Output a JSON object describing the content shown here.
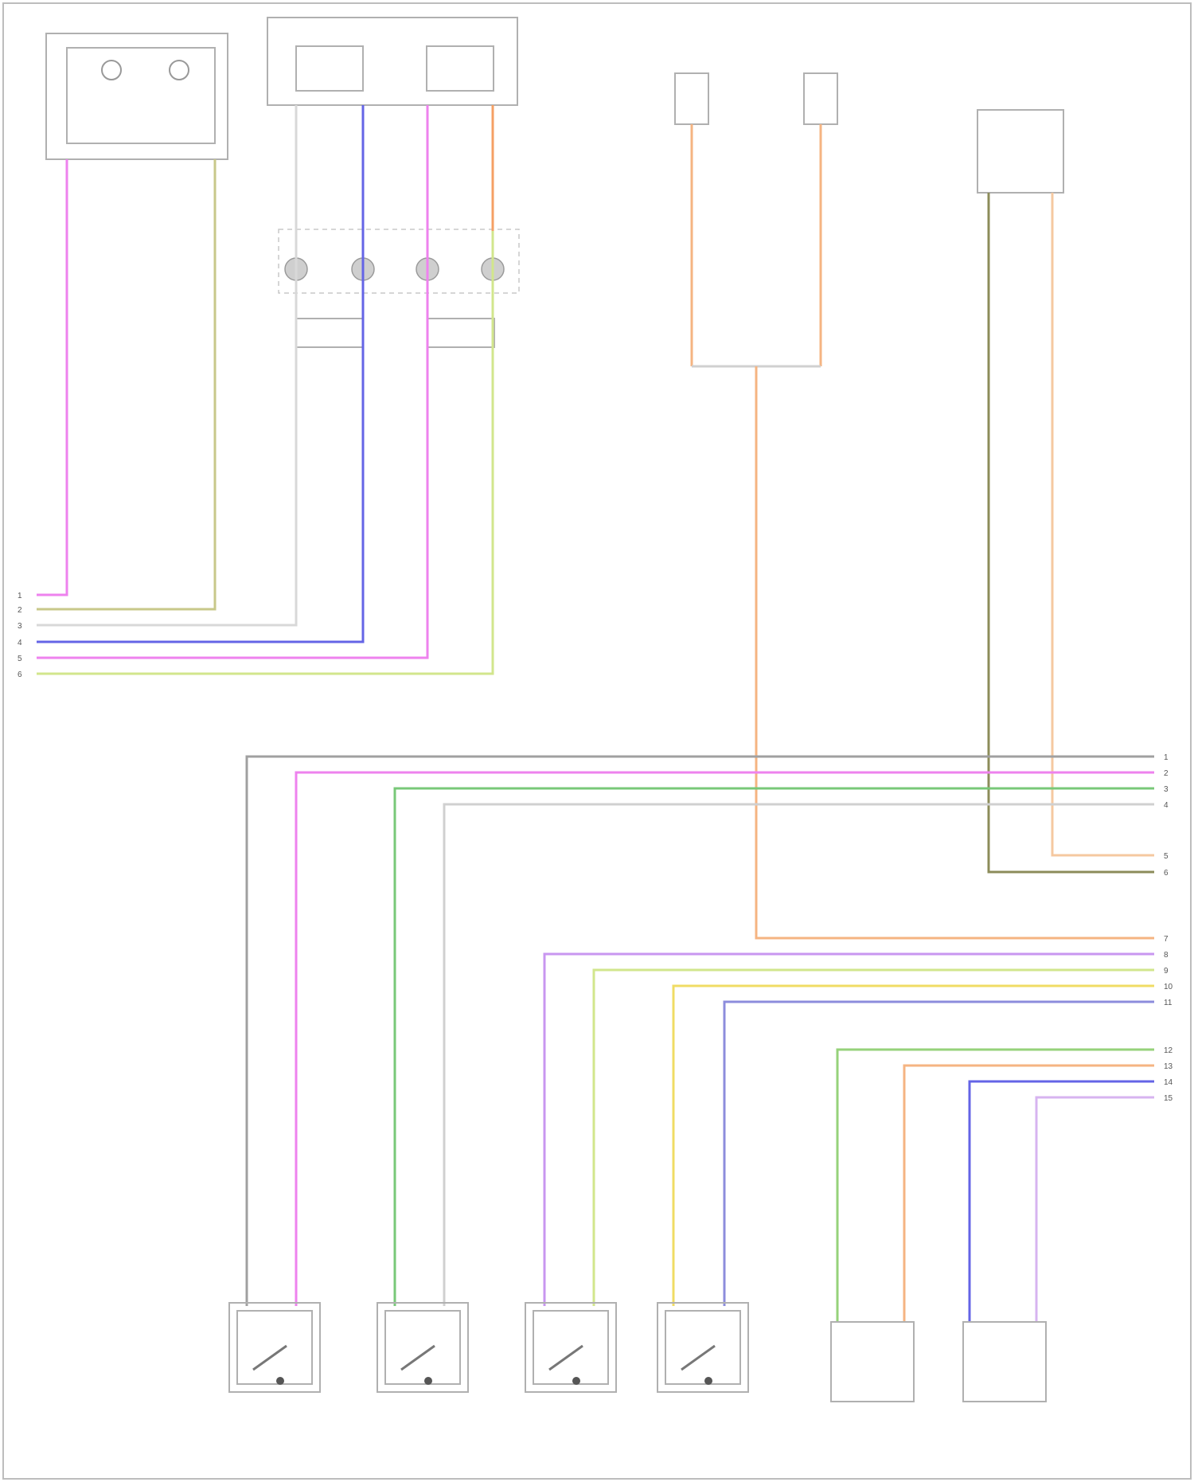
{
  "diagram": {
    "background": "#ffffff",
    "footer_code": "",
    "palette": {
      "pink": "#ee82ee",
      "olive": "#c8c88a",
      "white": "#e8e8e8",
      "blue": "#6464e6",
      "yellow_green": "#d2e68c",
      "orange": "#f5a064",
      "gray": "#a0a0a0",
      "green": "#78c878",
      "violet": "#c896f0",
      "yellow": "#f0dc64",
      "peach": "#f5b482",
      "purple": "#8c8cdc",
      "brown_olive": "#8c8c5a",
      "light_orange": "#f5c8a0"
    },
    "components": [
      {
        "id": "top-left-sensor",
        "label": ""
      },
      {
        "id": "top-steering-module",
        "label": ""
      },
      {
        "id": "top-right-fuse-box",
        "label": ""
      },
      {
        "id": "top-right-belt-module",
        "label": ""
      },
      {
        "id": "connector-block-upper",
        "label": ""
      },
      {
        "id": "switch-1",
        "label": ""
      },
      {
        "id": "switch-2",
        "label": ""
      },
      {
        "id": "switch-3",
        "label": ""
      },
      {
        "id": "switch-4",
        "label": ""
      },
      {
        "id": "module-5",
        "label": ""
      },
      {
        "id": "module-6",
        "label": ""
      }
    ],
    "connector_pins": {
      "left_column": [
        "1",
        "2",
        "3",
        "4",
        "5",
        "6"
      ],
      "right_column": [
        "1",
        "2",
        "3",
        "4",
        "5",
        "6",
        "7",
        "8",
        "9",
        "10",
        "11",
        "12",
        "13",
        "14",
        "15"
      ]
    }
  }
}
